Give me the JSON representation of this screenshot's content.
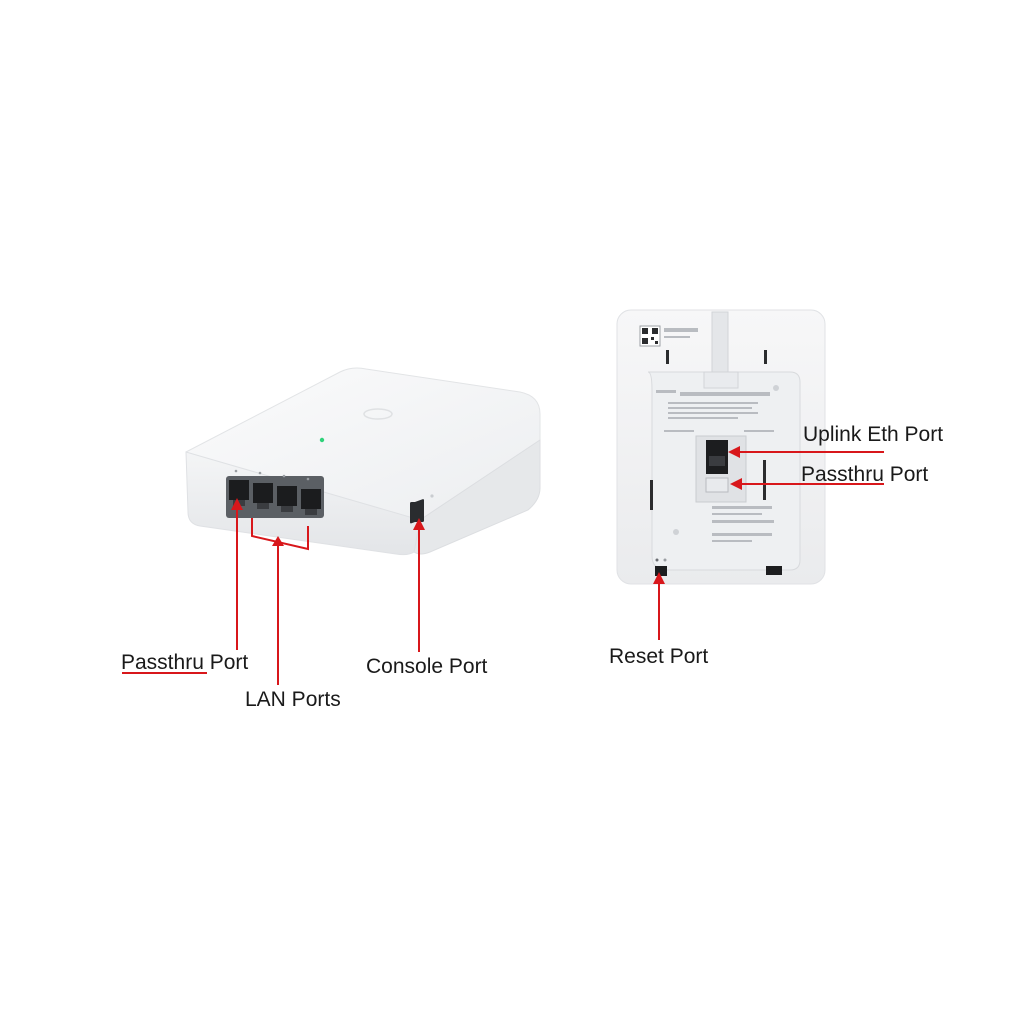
{
  "labels": {
    "front_passthru_port_word": "Passthru",
    "front_passthru_port_rest": " Port",
    "lan_ports": "LAN Ports",
    "console_port": "Console Port",
    "uplink_eth_port": "Uplink Eth Port",
    "back_passthru_port_word": "Passthru",
    "back_passthru_port_rest": " Port",
    "reset_port": "Reset Port"
  },
  "colors": {
    "callout": "#d8171b",
    "device_body": "#f3f4f5",
    "label_text": "#1a1a1a",
    "status_led": "#2fd27a"
  },
  "icons": {
    "front_device": "access-point-front-illustration",
    "back_device": "access-point-back-illustration"
  }
}
